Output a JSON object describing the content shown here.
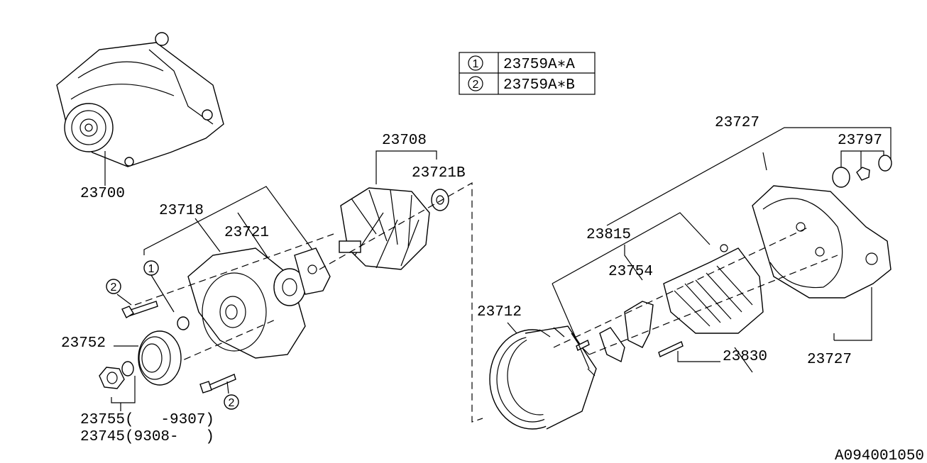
{
  "legend_table": {
    "rows": [
      {
        "marker": "1",
        "part": "23759A∗A"
      },
      {
        "marker": "2",
        "part": "23759A∗B"
      }
    ]
  },
  "labels": {
    "alternator_assy": "23700",
    "front_cover": "23718",
    "front_bearing": "23721",
    "rotor": "23708",
    "rear_bearing": "23721B",
    "stator": "23712",
    "rear_cover_top": "23727",
    "terminal_kit": "23797",
    "brush_holder": "23815",
    "regulator": "23754",
    "rectifier": "23830",
    "rear_cover_bottom": "23727",
    "pulley": "23752",
    "nut_early": "23755(   -9307)",
    "nut_late": "23745(9308-   )"
  },
  "callouts": {
    "one": "1",
    "two": "2"
  },
  "diagram_code": "A094001050"
}
